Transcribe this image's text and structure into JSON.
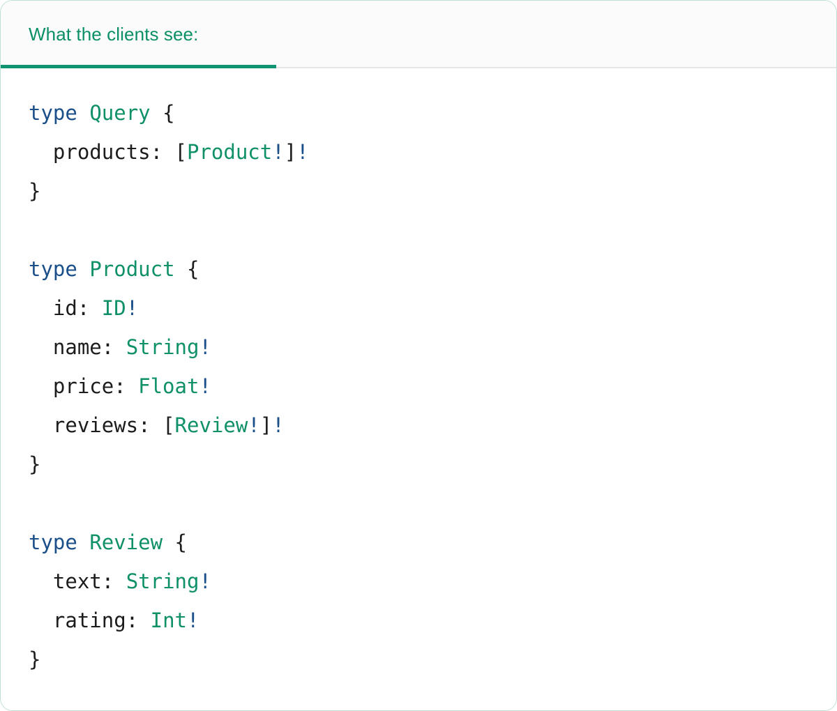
{
  "card": {
    "border_color": "#bfe0d2",
    "background": "#ffffff"
  },
  "header": {
    "title": "What the clients see:",
    "title_color": "#0b8f67",
    "background": "#fbfbfb",
    "underline_color": "#0e9470",
    "divider_color": "#e6e6e6"
  },
  "syntax": {
    "keyword_color": "#1a4f8a",
    "typename_color": "#0f9068",
    "bang_color": "#1a4f8a",
    "punct_color": "#1c1c1c"
  },
  "code": {
    "language": "graphql",
    "lines": [
      [
        {
          "t": "type",
          "c": "keyword"
        },
        {
          "t": " ",
          "c": "plain"
        },
        {
          "t": "Query",
          "c": "typename"
        },
        {
          "t": " {",
          "c": "punct"
        }
      ],
      [
        {
          "t": "  products",
          "c": "field"
        },
        {
          "t": ": ",
          "c": "punct"
        },
        {
          "t": "[",
          "c": "punct"
        },
        {
          "t": "Product",
          "c": "typename"
        },
        {
          "t": "!",
          "c": "bang"
        },
        {
          "t": "]",
          "c": "punct"
        },
        {
          "t": "!",
          "c": "bang"
        }
      ],
      [
        {
          "t": "}",
          "c": "punct"
        }
      ],
      [],
      [
        {
          "t": "type",
          "c": "keyword"
        },
        {
          "t": " ",
          "c": "plain"
        },
        {
          "t": "Product",
          "c": "typename"
        },
        {
          "t": " {",
          "c": "punct"
        }
      ],
      [
        {
          "t": "  id",
          "c": "field"
        },
        {
          "t": ": ",
          "c": "punct"
        },
        {
          "t": "ID",
          "c": "typename"
        },
        {
          "t": "!",
          "c": "bang"
        }
      ],
      [
        {
          "t": "  name",
          "c": "field"
        },
        {
          "t": ": ",
          "c": "punct"
        },
        {
          "t": "String",
          "c": "typename"
        },
        {
          "t": "!",
          "c": "bang"
        }
      ],
      [
        {
          "t": "  price",
          "c": "field"
        },
        {
          "t": ": ",
          "c": "punct"
        },
        {
          "t": "Float",
          "c": "typename"
        },
        {
          "t": "!",
          "c": "bang"
        }
      ],
      [
        {
          "t": "  reviews",
          "c": "field"
        },
        {
          "t": ": ",
          "c": "punct"
        },
        {
          "t": "[",
          "c": "punct"
        },
        {
          "t": "Review",
          "c": "typename"
        },
        {
          "t": "!",
          "c": "bang"
        },
        {
          "t": "]",
          "c": "punct"
        },
        {
          "t": "!",
          "c": "bang"
        }
      ],
      [
        {
          "t": "}",
          "c": "punct"
        }
      ],
      [],
      [
        {
          "t": "type",
          "c": "keyword"
        },
        {
          "t": " ",
          "c": "plain"
        },
        {
          "t": "Review",
          "c": "typename"
        },
        {
          "t": " {",
          "c": "punct"
        }
      ],
      [
        {
          "t": "  text",
          "c": "field"
        },
        {
          "t": ": ",
          "c": "punct"
        },
        {
          "t": "String",
          "c": "typename"
        },
        {
          "t": "!",
          "c": "bang"
        }
      ],
      [
        {
          "t": "  rating",
          "c": "field"
        },
        {
          "t": ": ",
          "c": "punct"
        },
        {
          "t": "Int",
          "c": "typename"
        },
        {
          "t": "!",
          "c": "bang"
        }
      ],
      [
        {
          "t": "}",
          "c": "punct"
        }
      ]
    ]
  }
}
